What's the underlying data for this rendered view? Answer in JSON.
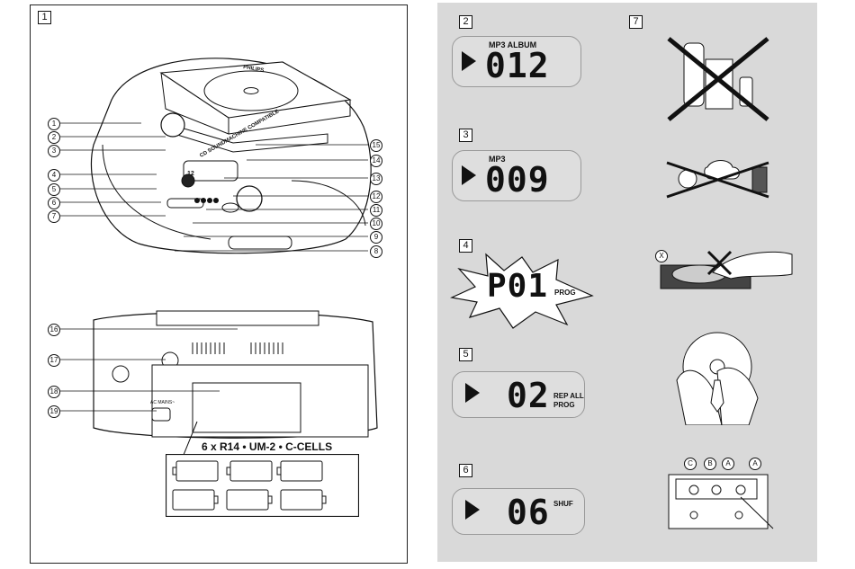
{
  "figures": {
    "fig1": "1",
    "fig2": "2",
    "fig3": "3",
    "fig4": "4",
    "fig5": "5",
    "fig6": "6",
    "fig7": "7"
  },
  "callouts_upper": [
    "1",
    "2",
    "3",
    "4",
    "5",
    "6",
    "7",
    "8",
    "9",
    "10",
    "11",
    "12",
    "13",
    "14",
    "15"
  ],
  "callouts_lower": [
    "16",
    "17",
    "18",
    "19"
  ],
  "battery_label": "6 x R14 • UM-2 • C-CELLS",
  "device_texts": {
    "brand": "PHILIPS",
    "cd_label": "CD SOUNDMACHINE COMPATIBLE",
    "small_display": "12",
    "mains": "AC MAINS~"
  },
  "displays": {
    "d2": {
      "top": "MP3 ALBUM",
      "value": "012"
    },
    "d3": {
      "top": "MP3",
      "value": "009"
    },
    "d4": {
      "value": "P01",
      "side": "PROG"
    },
    "d5": {
      "value": "02",
      "side_line1": "REP ALL",
      "side_line2": "PROG"
    },
    "d6": {
      "value": "06",
      "side": "SHUF"
    }
  },
  "care_markers": {
    "x_mark": "X",
    "c": "C",
    "b": "B",
    "a1": "A",
    "a2": "A"
  }
}
